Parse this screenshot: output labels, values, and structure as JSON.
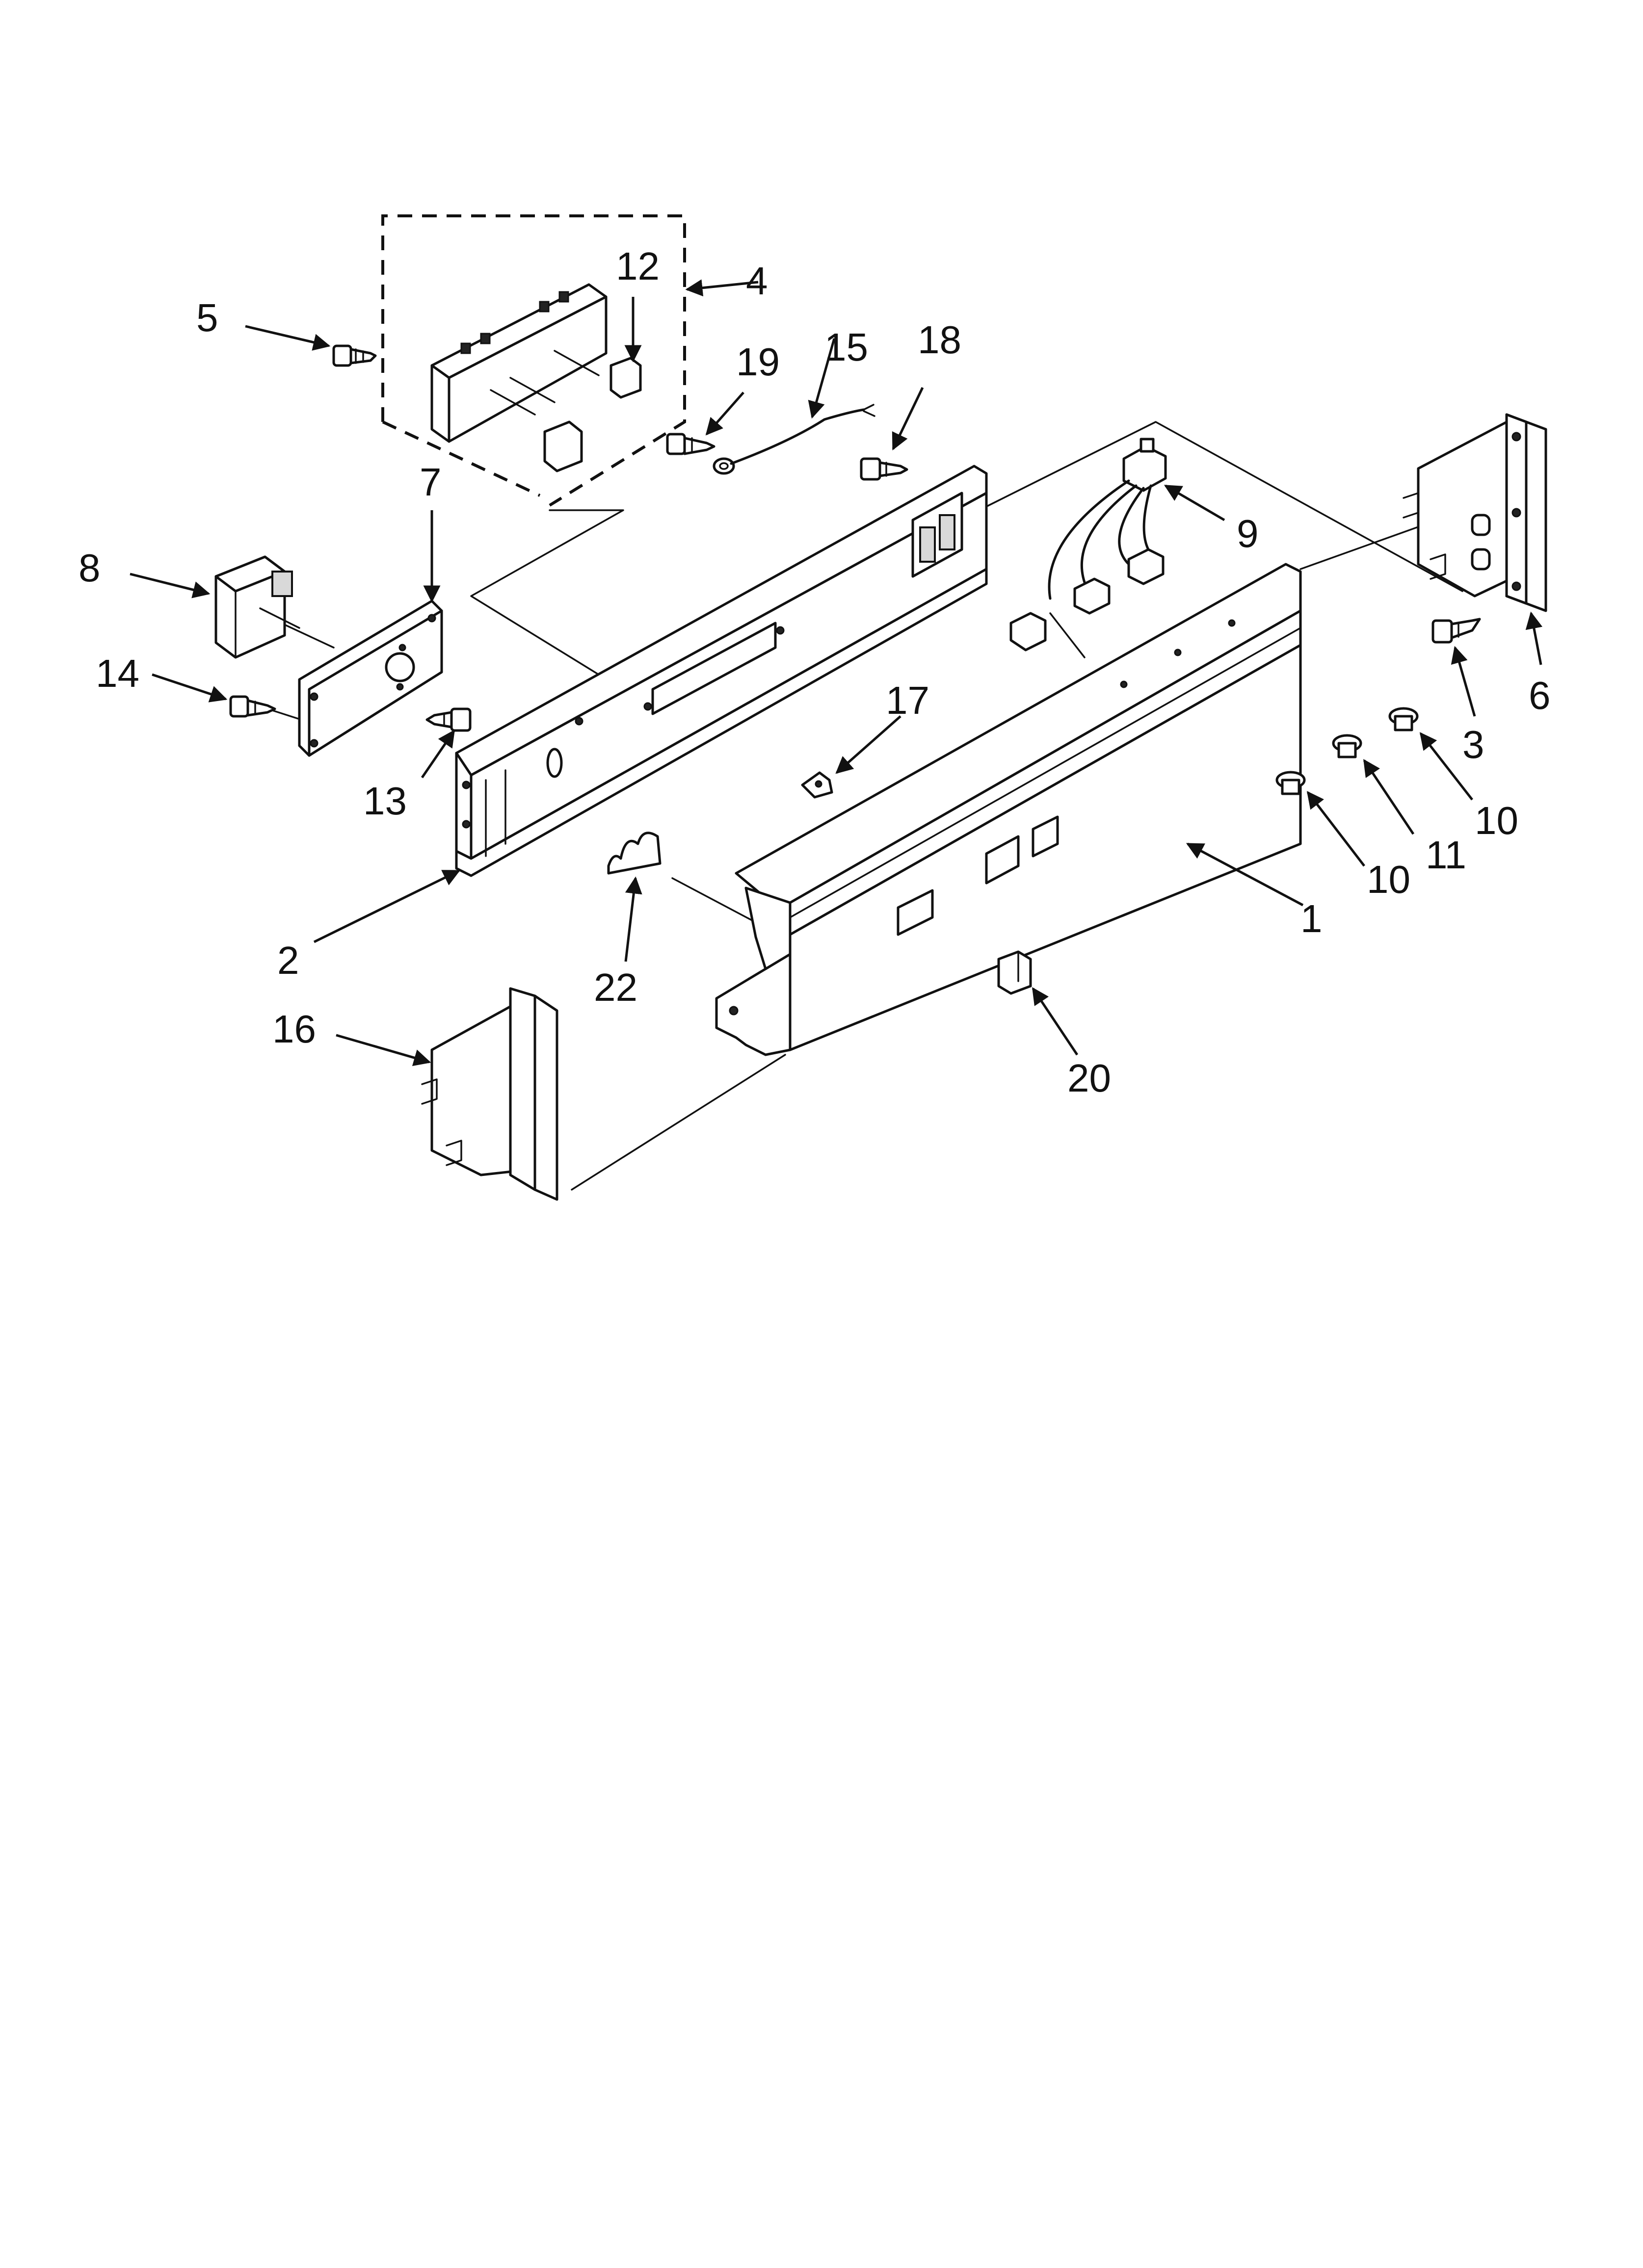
{
  "callouts": [
    {
      "id": "1",
      "text": "1"
    },
    {
      "id": "2",
      "text": "2"
    },
    {
      "id": "3",
      "text": "3"
    },
    {
      "id": "4",
      "text": "4"
    },
    {
      "id": "5",
      "text": "5"
    },
    {
      "id": "6",
      "text": "6"
    },
    {
      "id": "7",
      "text": "7"
    },
    {
      "id": "8",
      "text": "8"
    },
    {
      "id": "9",
      "text": "9"
    },
    {
      "id": "10a",
      "text": "10"
    },
    {
      "id": "10b",
      "text": "10"
    },
    {
      "id": "11",
      "text": "11"
    },
    {
      "id": "12",
      "text": "12"
    },
    {
      "id": "13",
      "text": "13"
    },
    {
      "id": "14",
      "text": "14"
    },
    {
      "id": "15",
      "text": "15"
    },
    {
      "id": "16",
      "text": "16"
    },
    {
      "id": "17",
      "text": "17"
    },
    {
      "id": "18",
      "text": "18"
    },
    {
      "id": "19",
      "text": "19"
    },
    {
      "id": "20",
      "text": "20"
    },
    {
      "id": "22",
      "text": "22"
    }
  ],
  "colors": {
    "line": "#111111",
    "background": "#ffffff",
    "shade": "#d9d9d9"
  }
}
